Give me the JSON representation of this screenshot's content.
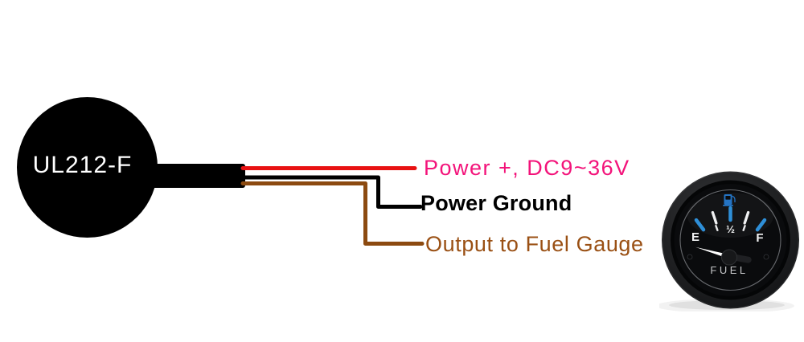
{
  "sensor": {
    "label": "UL212-F"
  },
  "wires": [
    {
      "id": "power-positive",
      "label": "Power +, DC9~36V"
    },
    {
      "id": "power-ground",
      "label": "Power Ground"
    },
    {
      "id": "output-to-fuel-gauge",
      "label": "Output to Fuel Gauge"
    }
  ],
  "gauge": {
    "title": "FUEL",
    "scale": {
      "empty": "E",
      "half": "½",
      "full": "F"
    },
    "icon": "fuel-pump-icon",
    "needle_position": "empty"
  },
  "colors": {
    "sensor_black": "#000000",
    "wire_red": "#e81112",
    "label_pink": "#f3137a",
    "wire_black": "#000000",
    "label_black": "#000000",
    "wire_brown": "#8c4a10",
    "label_brown": "#9a5014",
    "gauge_blue": "#2e8fd8"
  }
}
